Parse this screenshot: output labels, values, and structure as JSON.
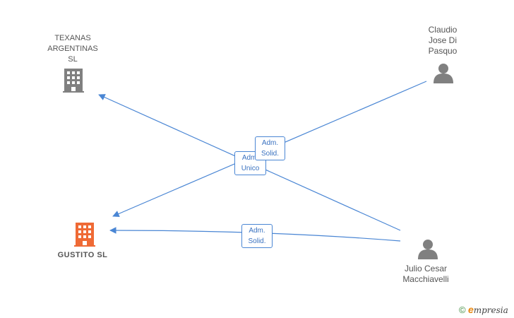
{
  "nodes": {
    "texanas": {
      "label": "TEXANAS\nARGENTINAS\nSL",
      "type": "company"
    },
    "gustito": {
      "label": "GUSTITO  SL",
      "type": "company-main"
    },
    "claudio": {
      "label": "Claudio\nJose Di\nPasquo",
      "type": "person"
    },
    "julio": {
      "label": "Julio Cesar\nMacchiavelli",
      "type": "person"
    }
  },
  "edges": {
    "julio_texanas": {
      "label": "Adm.\nUnico"
    },
    "claudio_gustito": {
      "label": "Adm.\nSolid."
    },
    "julio_gustito": {
      "label": "Adm.\nSolid."
    }
  },
  "colors": {
    "edge": "#4a86d4",
    "company_icon": "#808080",
    "main_company_icon": "#ef6a35",
    "person_icon": "#808080"
  },
  "footer": {
    "copyright": "©",
    "brand_initial": "e",
    "brand_rest": "mpresia"
  }
}
